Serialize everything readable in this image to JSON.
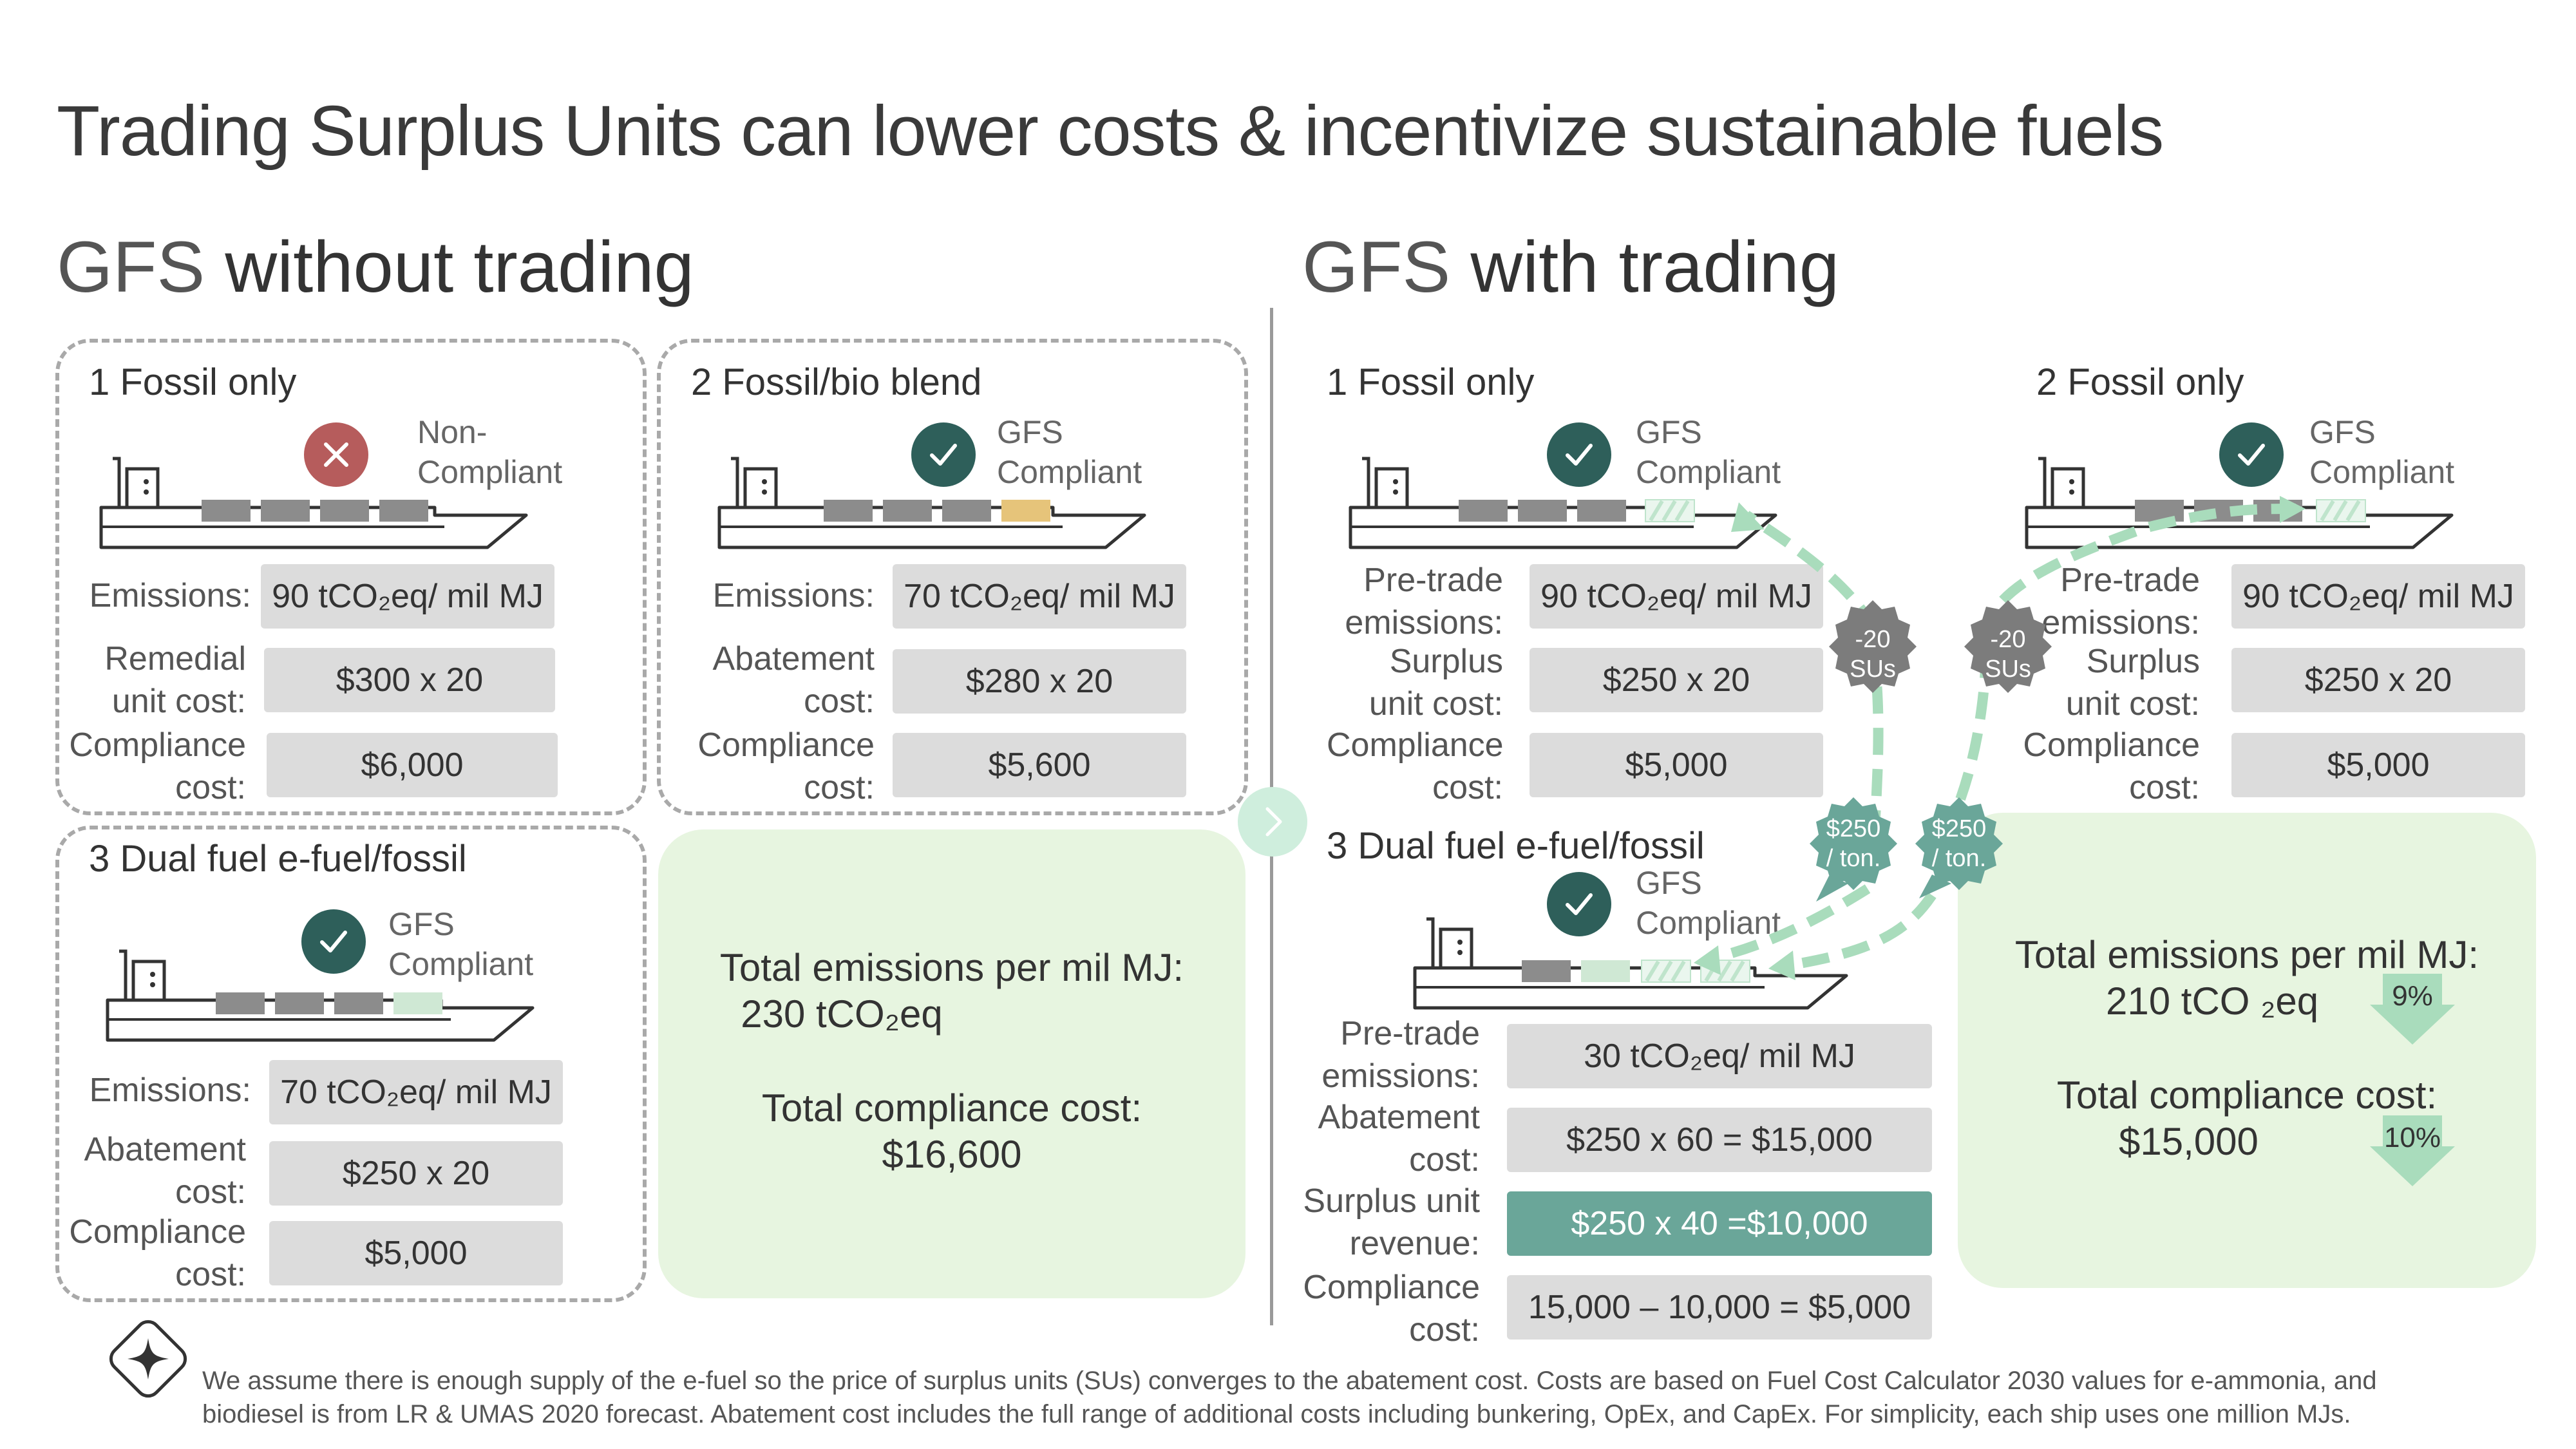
{
  "title": "Trading Surplus Units can lower costs & incentivize sustainable fuels",
  "left": {
    "heading_light": "GFS",
    "heading_rest": " without trading",
    "box1": {
      "title": "1 Fossil only",
      "status_line1": "Non-",
      "status_line2": "Compliant",
      "rows": [
        {
          "label_line1": "",
          "label_line2": "Emissions:",
          "value": "90 tCO₂eq/ mil MJ"
        },
        {
          "label_line1": "Remedial",
          "label_line2": "unit cost:",
          "value": "$300 x 20"
        },
        {
          "label_line1": "Compliance",
          "label_line2": "cost:",
          "value": "$6,000"
        }
      ]
    },
    "box2": {
      "title": "2 Fossil/bio blend",
      "status_line1": "GFS",
      "status_line2": "Compliant",
      "rows": [
        {
          "label_line1": "",
          "label_line2": "Emissions:",
          "value": "70 tCO₂eq/ mil MJ"
        },
        {
          "label_line1": "Abatement",
          "label_line2": "cost:",
          "value": "$280 x 20"
        },
        {
          "label_line1": "Compliance",
          "label_line2": "cost:",
          "value": "$5,600"
        }
      ]
    },
    "box3": {
      "title": "3 Dual fuel e-fuel/fossil",
      "status_line1": "GFS",
      "status_line2": "Compliant",
      "rows": [
        {
          "label_line1": "",
          "label_line2": "Emissions:",
          "value": "70 tCO₂eq/ mil MJ"
        },
        {
          "label_line1": "Abatement",
          "label_line2": "cost:",
          "value": "$250 x 20"
        },
        {
          "label_line1": "Compliance",
          "label_line2": "cost:",
          "value": "$5,000"
        }
      ]
    },
    "summary": {
      "line1": "Total emissions per mil MJ:",
      "line2": "230 tCO₂eq",
      "line3": "Total compliance cost:",
      "line4": "$16,600"
    }
  },
  "right": {
    "heading_light": "GFS",
    "heading_rest": " with trading",
    "ship1": {
      "title": "1 Fossil only",
      "status_line1": "GFS",
      "status_line2": "Compliant",
      "rows": [
        {
          "label_line1": "Pre-trade",
          "label_line2": "emissions:",
          "value": "90 tCO₂eq/ mil MJ"
        },
        {
          "label_line1": "Surplus",
          "label_line2": "unit cost:",
          "value": "$250 x 20"
        },
        {
          "label_line1": "Compliance",
          "label_line2": "cost:",
          "value": "$5,000"
        }
      ]
    },
    "ship2": {
      "title": "2 Fossil only",
      "status_line1": "GFS",
      "status_line2": "Compliant",
      "rows": [
        {
          "label_line1": "Pre-trade",
          "label_line2": "emissions:",
          "value": "90 tCO₂eq/ mil MJ"
        },
        {
          "label_line1": "Surplus",
          "label_line2": "unit cost:",
          "value": "$250 x 20"
        },
        {
          "label_line1": "Compliance",
          "label_line2": "cost:",
          "value": "$5,000"
        }
      ]
    },
    "ship3": {
      "title": "3 Dual fuel e-fuel/fossil",
      "status_line1": "GFS",
      "status_line2": "Compliant",
      "rows": [
        {
          "label_line1": "Pre-trade",
          "label_line2": "emissions:",
          "value": "30 tCO₂eq/ mil MJ"
        },
        {
          "label_line1": "Abatement",
          "label_line2": "cost:",
          "value": "$250 x 60 = $15,000"
        },
        {
          "label_line1": "Surplus unit",
          "label_line2": "revenue:",
          "value": "$250 x 40 =$10,000"
        },
        {
          "label_line1": "Compliance",
          "label_line2": "cost:",
          "value": "15,000 – 10,000 = $5,000"
        }
      ]
    },
    "trade_badges": {
      "su_1": "-20",
      "su_2": "SUs",
      "price_1": "$250",
      "price_2": "/ ton."
    },
    "summary": {
      "line1": "Total emissions per mil MJ:",
      "line2a": "210 tCO ",
      "line2b": "₂eq",
      "pct_emissions": "9%",
      "line3": "Total compliance cost:",
      "line4": "$15,000",
      "pct_cost": "10%"
    }
  },
  "footnote": {
    "line1": "We assume there is enough supply of the e-fuel so the price of surplus units (SUs) converges to the abatement cost. Costs are based on Fuel Cost Calculator 2030 values for e-ammonia, and",
    "line2": "biodiesel is from LR & UMAS 2020 forecast. Abatement cost includes the full range of additional costs including bunkering, OpEx, and CapEx. For simplicity, each ship uses one million MJs."
  },
  "colors": {
    "fossil_container": "#8c8c8c",
    "bio_container": "#e6c47a",
    "efuel_container": "#cfe8d4",
    "check_circle": "#2e5f5a",
    "noncompliant_circle": "#b65c5c",
    "trade_arrow": "#a9dcbc",
    "badge_gray": "#7c7c7c",
    "badge_teal": "#6aa699",
    "panel_green": "#e7f5e0",
    "revenue_box": "#6aa699"
  }
}
